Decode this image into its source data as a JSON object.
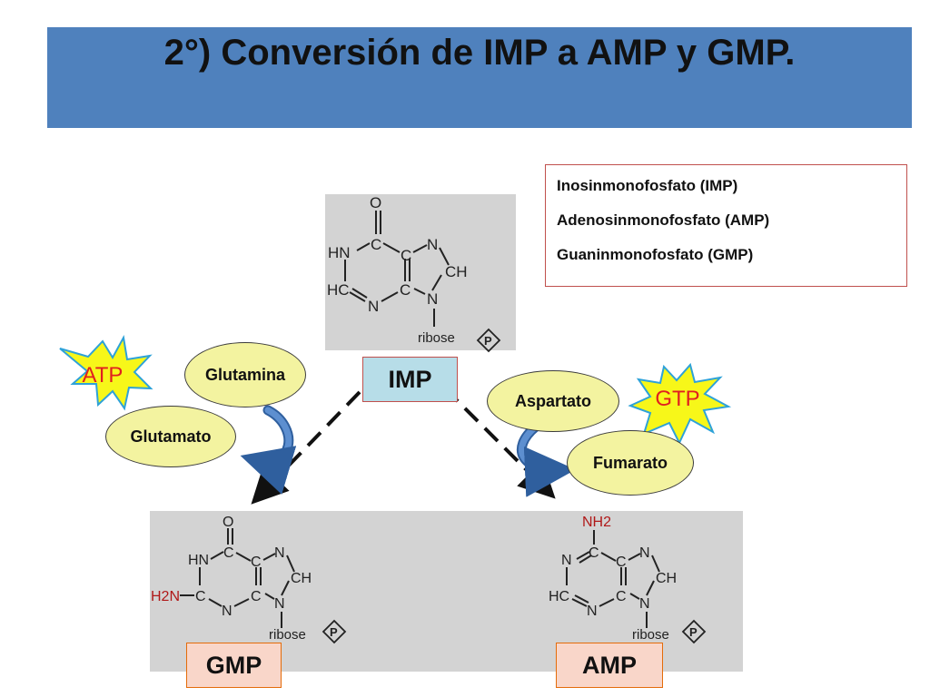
{
  "title": "2°) Conversión de IMP a AMP y GMP.",
  "legend": [
    "Inosinmonofosfato (IMP)",
    "Adenosinmonofosfato (AMP)",
    "Guaninmonofosfato (GMP)"
  ],
  "nodes": {
    "imp": "IMP",
    "gmp": "GMP",
    "amp": "AMP"
  },
  "left_reagents": {
    "cofactor": "ATP",
    "substrate": "Glutamina",
    "product": "Glutamato"
  },
  "right_reagents": {
    "substrate": "Aspartato",
    "cofactor": "GTP",
    "product": "Fumarato"
  },
  "structure_labels": {
    "imp": {
      "o": "O",
      "hn": "HN",
      "c1": "C",
      "c2": "C",
      "n1": "N",
      "ch": "CH",
      "hc": "HC",
      "c3": "C",
      "n2": "N",
      "n3": "N",
      "ribose": "ribose",
      "p": "P"
    },
    "gmp": {
      "o": "O",
      "hn": "HN",
      "c1": "C",
      "c2": "C",
      "n1": "N",
      "ch": "CH",
      "h2n": "H2N",
      "c3": "C",
      "c4": "C",
      "n2": "N",
      "n3": "N",
      "ribose": "ribose",
      "p": "P"
    },
    "amp": {
      "nh2": "NH2",
      "c1": "C",
      "n0": "N",
      "c2": "C",
      "n1": "N",
      "ch": "CH",
      "hc": "HC",
      "c3": "C",
      "n2": "N",
      "n3": "N",
      "ribose": "ribose",
      "p": "P"
    }
  },
  "colors": {
    "banner": "#4f81bd",
    "legend_border": "#c0504d",
    "imp_box": "#b7dde8",
    "product_box": "#f9d6c9",
    "ellipse": "#f3f3a0",
    "star": "#f7f719",
    "red_text": "#e02020",
    "curved_arrow": "#4f7ec0",
    "structure_bg": "#d3d3d3",
    "amino_red": "#b01818"
  }
}
